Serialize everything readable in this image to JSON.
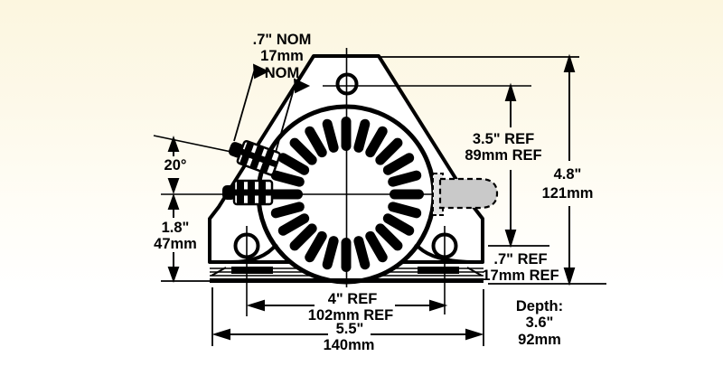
{
  "background": {
    "top": "#fcf6df",
    "bottom": "#ffffff"
  },
  "line_color": "#000000",
  "phantom_fill": "#c9c9c9",
  "labels": {
    "terminal_nom_line1": ".7\" NOM",
    "terminal_nom_line2": "17mm",
    "terminal_nom_line3": "NOM",
    "terminal_angle": "20°",
    "center_height_in": "1.8\"",
    "center_height_mm": "47mm",
    "top_hole_height_in": "3.5\" REF",
    "top_hole_height_mm": "89mm REF",
    "overall_height_in": "4.8\"",
    "overall_height_mm": "121mm",
    "foot_hole_height_in": ".7\" REF",
    "foot_hole_height_mm": "17mm REF",
    "hole_spacing_in": "4\" REF",
    "hole_spacing_mm": "102mm REF",
    "overall_width_in": "5.5\"",
    "overall_width_mm": "140mm",
    "depth_label": "Depth:",
    "depth_in": "3.6\"",
    "depth_mm": "92mm"
  }
}
